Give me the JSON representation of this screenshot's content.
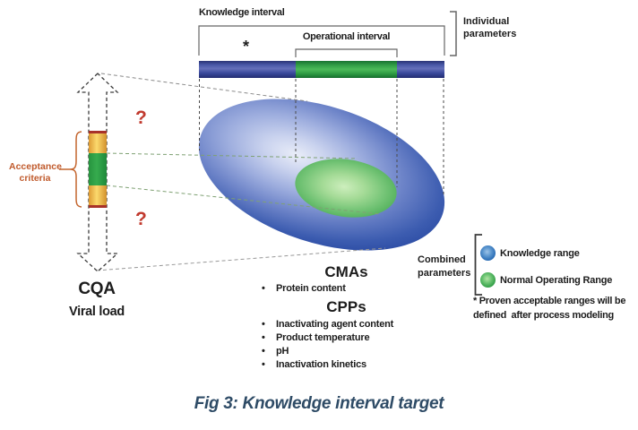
{
  "top": {
    "knowledge_interval_label": "Knowledge interval",
    "operational_interval_label": "Operational interval",
    "asterisk": "*",
    "individual_parameters_line1": "Individual",
    "individual_parameters_line2": "parameters"
  },
  "left": {
    "acceptance_criteria_line1": "Acceptance",
    "acceptance_criteria_line2": "criteria",
    "question_mark_upper": "?",
    "question_mark_lower": "?",
    "cqa_label": "CQA",
    "cqa_sublabel": "Viral load"
  },
  "center": {
    "cma_title": "CMAs",
    "cma_items": [
      "Protein content"
    ],
    "cpp_title": "CPPs",
    "cpp_items": [
      "Inactivating agent content",
      "Product temperature",
      "pH",
      "Inactivation kinetics"
    ]
  },
  "right": {
    "combined_parameters_line1": "Combined",
    "combined_parameters_line2": "parameters",
    "legend": [
      {
        "label": "Knowledge range",
        "color": "#2a6db6"
      },
      {
        "label": "Normal Operating Range",
        "color": "#35a049"
      }
    ],
    "footnote_line1": "* Proven acceptable ranges will be",
    "footnote_line2": "defined  after process modeling"
  },
  "caption": "Fig 3: Knowledge interval target",
  "colors": {
    "knowledge_blue": "#2e3f97",
    "operational_green": "#2f9e44",
    "acceptance_yellow": "#f5c851",
    "acceptance_green": "#2aa34a",
    "limit_red": "#a8322a",
    "accent_orange": "#c05a2c",
    "question_red": "#c13a2e",
    "caption_blue": "#2e4b66"
  }
}
